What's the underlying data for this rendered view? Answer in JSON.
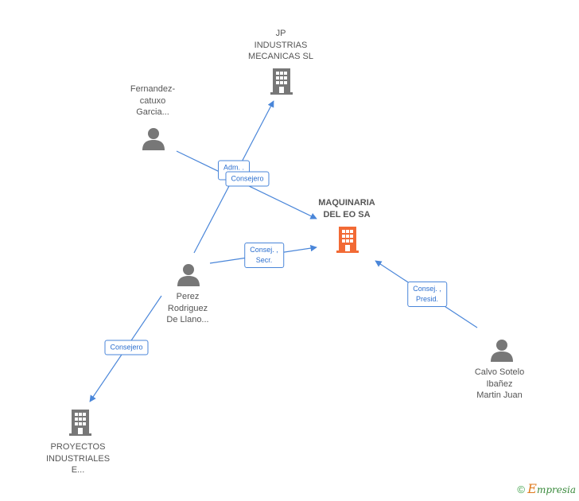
{
  "nodes": {
    "jp": {
      "lines": [
        "JP",
        "INDUSTRIAS",
        "MECANICAS SL"
      ]
    },
    "fernandez": {
      "lines": [
        "Fernandez-",
        "catuxo",
        "Garcia..."
      ]
    },
    "maquinaria": {
      "lines": [
        "MAQUINARIA",
        "DEL EO SA"
      ]
    },
    "perez": {
      "lines": [
        "Perez",
        "Rodriguez",
        "De Llano..."
      ]
    },
    "calvo": {
      "lines": [
        "Calvo Sotelo",
        "Ibañez",
        "Martin Juan"
      ]
    },
    "proyectos": {
      "lines": [
        "PROYECTOS",
        "INDUSTRIALES",
        "E..."
      ]
    }
  },
  "edges": {
    "adm": {
      "lines": [
        "Adm. ."
      ]
    },
    "consejero1": {
      "lines": [
        "Consejero"
      ]
    },
    "consej_secr": {
      "lines": [
        "Consej. ,",
        "Secr."
      ]
    },
    "consej_presid": {
      "lines": [
        "Consej. ,",
        "Presid."
      ]
    },
    "consejero2": {
      "lines": [
        "Consejero"
      ]
    }
  },
  "colors": {
    "edge": "#4a86d9",
    "person_icon": "#777777",
    "building_icon": "#777777",
    "main_building_icon": "#f26a35"
  },
  "footer": {
    "copyright": "©",
    "brand_first": "E",
    "brand_rest": "mpresia"
  }
}
